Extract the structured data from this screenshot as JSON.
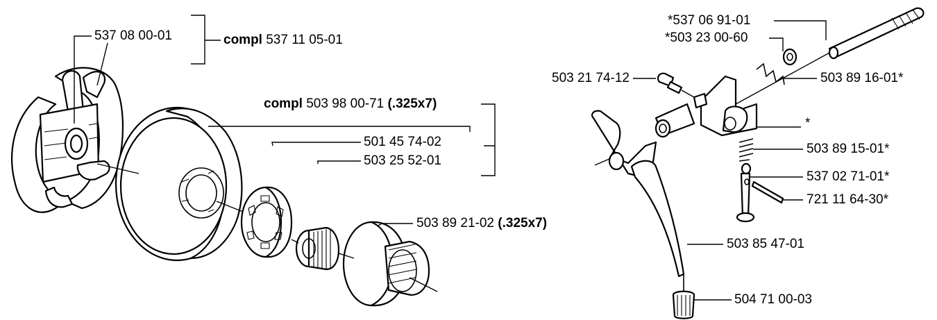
{
  "labels": {
    "l1": "537 08 00-01",
    "l2_bold": "compl",
    "l2": " 537 11 05-01",
    "l3_bold": "compl",
    "l3": " 503 98 00-71 ",
    "l3_suffix": "(.325x7)",
    "l4": "501 45 74-02",
    "l5": "503 25 52-01",
    "l6": "503 89 21-02 ",
    "l6_suffix": "(.325x7)",
    "r1": "*537 06 91-01",
    "r2": "*503 23 00-60",
    "r3": "503 21 74-12",
    "r4": "503 89 16-01*",
    "r5": "*",
    "r6": "503 89 15-01*",
    "r7": "537 02 71-01*",
    "r8": "721 11 64-30*",
    "r9": "503 85 47-01",
    "r10": "504 71 00-03"
  }
}
